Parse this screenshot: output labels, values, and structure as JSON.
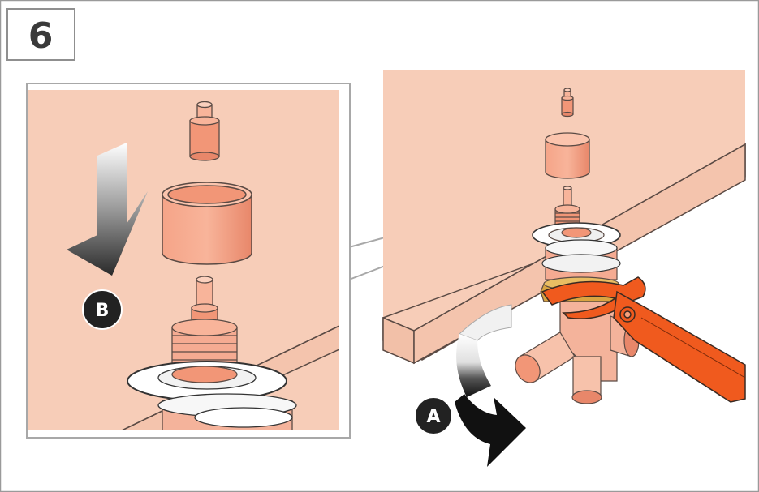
{
  "step": {
    "number": "6"
  },
  "markers": {
    "a": "A",
    "b": "B"
  },
  "colors": {
    "frame": "#9a9a9a",
    "wall": "#f7cdb8",
    "wall_edge": "#e9b9a2",
    "copper_light": "#f8b49a",
    "copper": "#f29677",
    "copper_dark": "#d9735a",
    "metal_light": "#ffffff",
    "metal_mid": "#e4e4e4",
    "metal_dark": "#9b9b9b",
    "wrench": "#f05a1e",
    "brass": "#d9a441",
    "marker": "#222222"
  },
  "icons": [
    "down-arrow-icon",
    "rotation-arrow-icon",
    "pipe-wrench-icon"
  ]
}
